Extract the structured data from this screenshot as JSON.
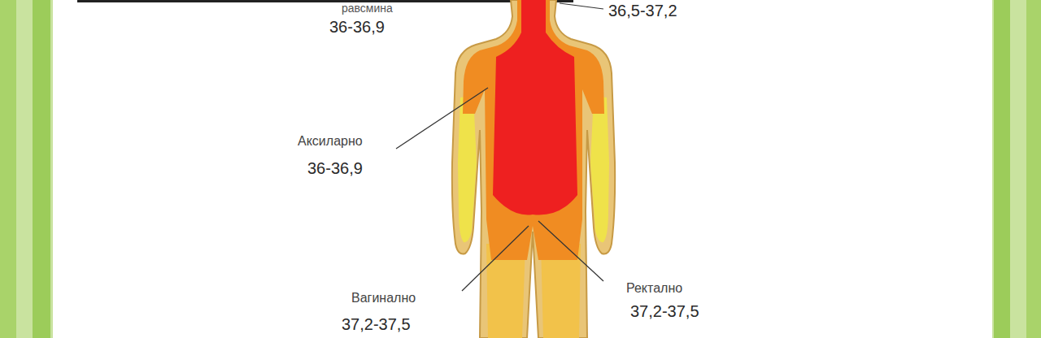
{
  "diagram": {
    "labels": [
      "равсмина",
      "36-36,9",
      "36,5-37,2",
      "Аксиларно",
      "36-36,9",
      "Вагинално",
      "37,2-37,5",
      "Ректално",
      "37,2-37,5"
    ]
  }
}
